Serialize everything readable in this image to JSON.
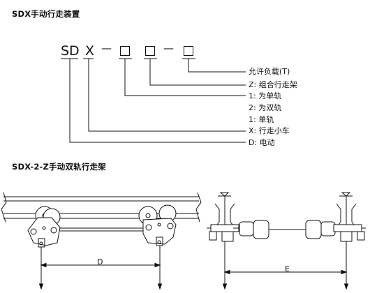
{
  "heading1": "SDX手动行走装置",
  "code": {
    "sd": "SD",
    "x": "X",
    "dash1": "—",
    "dash2": "—"
  },
  "legend": [
    "允许负载(T)",
    "Z: 组合行走架",
    "1: 为单轨",
    "2: 为双轨",
    "1: 单轨",
    "X: 行走小车",
    "D: 电动"
  ],
  "heading2": "SDX-2-Z手动双轨行走架",
  "dims": {
    "d": "D",
    "e": "E"
  }
}
